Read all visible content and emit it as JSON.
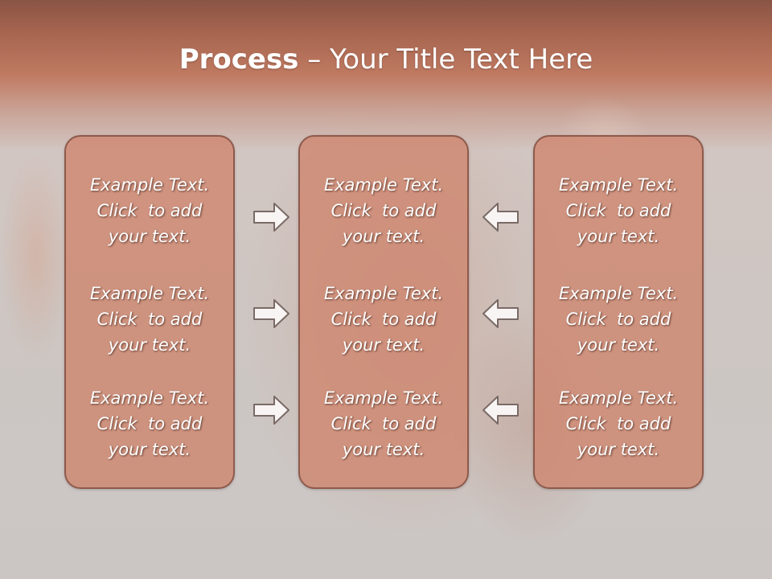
{
  "slide": {
    "title_bold": "Process",
    "title_rest": " – Your Title Text Here"
  },
  "columns": [
    {
      "items": [
        [
          "Example Text.",
          "Click  to add",
          "your text."
        ],
        [
          "Example Text.",
          "Click  to add",
          "your text."
        ],
        [
          "Example Text.",
          "Click  to add",
          "your text."
        ]
      ]
    },
    {
      "items": [
        [
          "Example Text.",
          "Click  to add",
          "your text."
        ],
        [
          "Example Text.",
          "Click  to add",
          "your text."
        ],
        [
          "Example Text.",
          "Click  to add",
          "your text."
        ]
      ]
    },
    {
      "items": [
        [
          "Example Text.",
          "Click  to add",
          "your text."
        ],
        [
          "Example Text.",
          "Click  to add",
          "your text."
        ],
        [
          "Example Text.",
          "Click  to add",
          "your text."
        ]
      ]
    }
  ],
  "arrows": {
    "left_column": [
      "right-arrow-icon",
      "right-arrow-icon",
      "right-arrow-icon"
    ],
    "right_column": [
      "left-arrow-icon",
      "left-arrow-icon",
      "left-arrow-icon"
    ]
  },
  "colors": {
    "box_fill": "#cf8870",
    "box_border": "#8e5a4c",
    "header_band": "#c07a62",
    "text": "#ffffff"
  }
}
